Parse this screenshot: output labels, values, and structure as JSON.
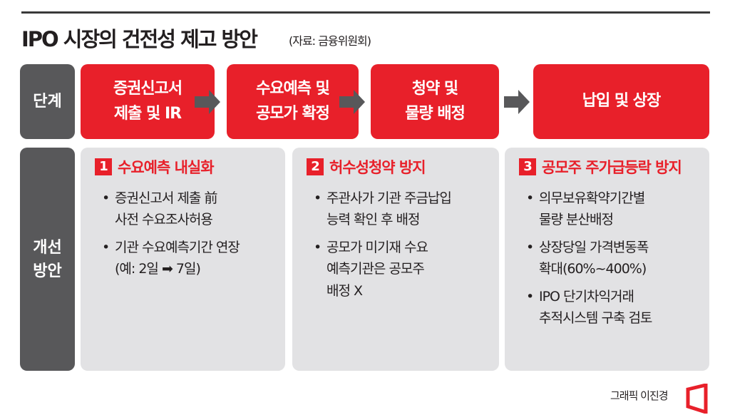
{
  "title": "IPO 시장의 건전성 제고 방안",
  "source": "(자료: 금융위원회)",
  "row_labels": {
    "stage": "단계",
    "improvement": "개선\n방안"
  },
  "stages": [
    "증권신고서\n제출 및 IR",
    "수요예측 및\n공모가 확정",
    "청약 및\n물량 배정",
    "납입 및 상장"
  ],
  "measures": [
    {
      "num": "1",
      "title": "수요예측 내실화",
      "bullets": [
        "증권신고서 제출 前\n사전 수요조사허용",
        "기관 수요예측기간 연장\n(예: 2일 ➡ 7일)"
      ]
    },
    {
      "num": "2",
      "title": "허수성청약 방지",
      "bullets": [
        "주관사가 기관 주금납입\n능력 확인 후 배정",
        "공모가 미기재 수요\n예측기관은 공모주\n배정 X"
      ]
    },
    {
      "num": "3",
      "title": "공모주 주가급등락 방지",
      "bullets": [
        "의무보유확약기간별\n물량 분산배정",
        "상장당일 가격변동폭\n확대(60%~400%)",
        "IPO 단기차익거래\n추적시스템 구축 검토"
      ]
    }
  ],
  "credit": "그래픽 이진경",
  "colors": {
    "accent": "#e8202a",
    "label_bg": "#58585a",
    "panel_bg": "#e2e2e4"
  }
}
